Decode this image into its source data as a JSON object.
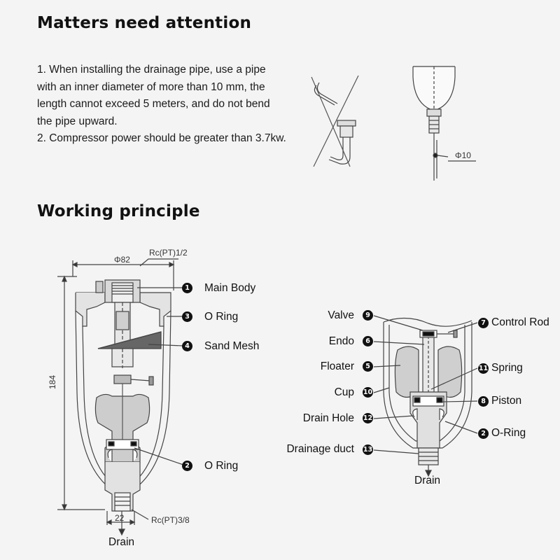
{
  "attention": {
    "title": "Matters need attention",
    "lines": [
      "1. When installing the drainage pipe, use a pipe",
      "with an inner diameter of more than 10 mm, the",
      "length cannot exceed 5 meters, and do not bend",
      "the pipe upward.",
      "2. Compressor power should be greater than 3.7kw."
    ],
    "pipe_diameter_label": "Φ10"
  },
  "working": {
    "title": "Working principle",
    "left_diagram": {
      "dims": {
        "top_width": "Φ82",
        "inlet_thread": "Rc(PT)1/2",
        "height": "184",
        "bottom_width": "22",
        "outlet_thread": "Rc(PT)3/8"
      },
      "callouts": [
        {
          "num": "1",
          "label": "Main Body"
        },
        {
          "num": "3",
          "label": "O Ring"
        },
        {
          "num": "4",
          "label": "Sand Mesh"
        },
        {
          "num": "2",
          "label": "O Ring"
        }
      ],
      "drain_label": "Drain"
    },
    "right_diagram": {
      "callouts_left": [
        {
          "num": "9",
          "label": "Valve"
        },
        {
          "num": "6",
          "label": "Endo"
        },
        {
          "num": "5",
          "label": "Floater"
        },
        {
          "num": "10",
          "label": "Cup"
        },
        {
          "num": "12",
          "label": "Drain Hole"
        },
        {
          "num": "13",
          "label": "Drainage duct"
        }
      ],
      "callouts_right": [
        {
          "num": "7",
          "label": "Control Rod"
        },
        {
          "num": "11",
          "label": "Spring"
        },
        {
          "num": "8",
          "label": "Piston"
        },
        {
          "num": "2",
          "label": "O-Ring"
        }
      ],
      "drain_label": "Drain"
    }
  }
}
